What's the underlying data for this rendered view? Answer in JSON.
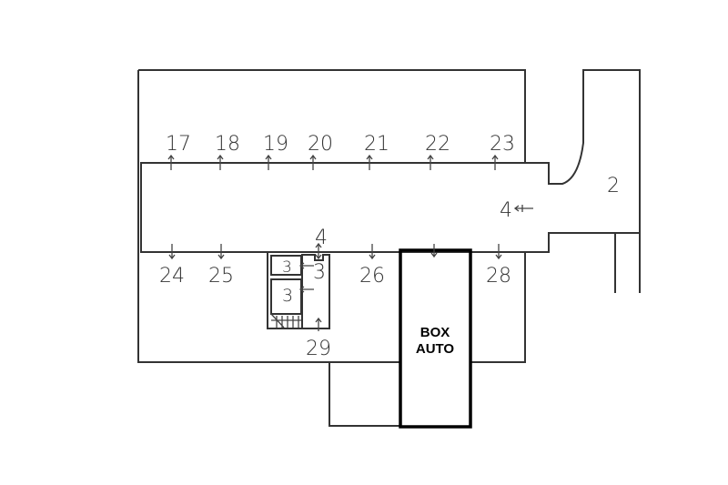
{
  "labels_top": [
    "17",
    "18",
    "19",
    "20",
    "21",
    "22",
    "23"
  ],
  "labels_bottom": [
    "24",
    "25",
    "26",
    "28"
  ],
  "label_stair_top": "4",
  "label_stair_bottom": "29",
  "label_right_room": "2",
  "label_corridor_right": "4",
  "label_small_rooms": [
    "3",
    "3",
    "3"
  ],
  "box": {
    "line1": "BOX",
    "line2": "AUTO"
  }
}
